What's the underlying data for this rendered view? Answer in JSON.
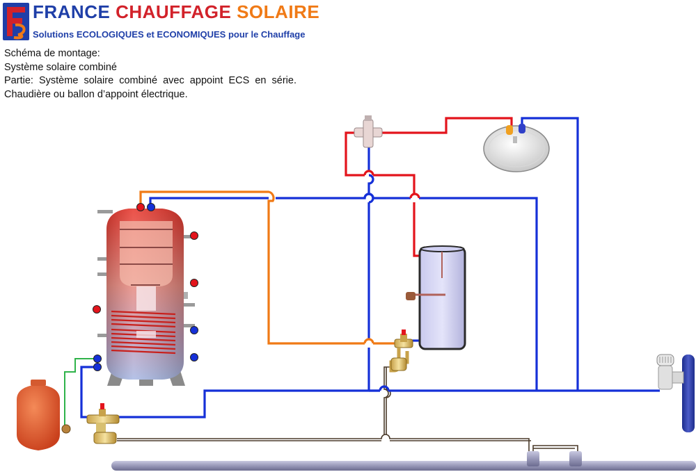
{
  "header": {
    "brand_word1": "FRANCE",
    "brand_word2": "CHAUFFAGE",
    "brand_word3": "SOLAIRE",
    "tagline": "Solutions ECOLOGIQUES et ECONOMIQUES pour le Chauffage",
    "logo_icon": "fcs-logo-icon"
  },
  "description": {
    "line1": "Schéma de montage:",
    "line2": "Système solaire combiné",
    "line3": "Partie: Système solaire combiné avec appoint ECS en série.",
    "line4": "Chaudière ou ballon d’appoint électrique."
  },
  "colors": {
    "hot_pipe": "#e3141c",
    "cold_pipe": "#1530d8",
    "solar_pipe": "#f07a16",
    "green_pipe": "#2fb34a",
    "thin_pipe": "#4a3a2a",
    "brand_blue": "#1f3fa8",
    "brand_red": "#d2222a",
    "brand_orange": "#f07a16"
  },
  "components": [
    "buffer-tank-icon",
    "dhw-tank-icon",
    "boiler-icon",
    "expansion-vessel-icon",
    "mixing-valve-icon",
    "safety-valve-icon",
    "collector-manifold-icon",
    "radiator-icon"
  ]
}
